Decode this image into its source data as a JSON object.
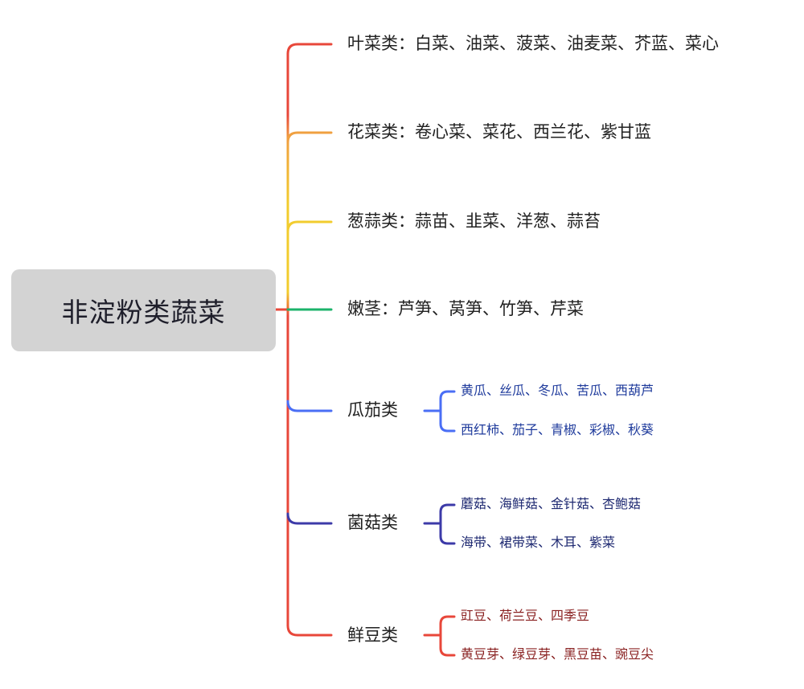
{
  "root": {
    "label": "非淀粉类蔬菜"
  },
  "branches": [
    {
      "text": "叶菜类：白菜、油菜、菠菜、油麦菜、芥蓝、菜心",
      "color": "#e8473a"
    },
    {
      "text": "花菜类：卷心菜、菜花、西兰花、紫甘蓝",
      "color": "#f0a040"
    },
    {
      "text": "葱蒜类：蒜苗、韭菜、洋葱、蒜苔",
      "color": "#f2cc2e"
    },
    {
      "text": "嫩茎：芦笋、莴笋、竹笋、芹菜",
      "color": "#1cb36b"
    },
    {
      "text": "瓜茄类",
      "color": "#4a6ef5",
      "items": [
        "黄瓜、丝瓜、冬瓜、苦瓜、西葫芦",
        "西红柿、茄子、青椒、彩椒、秋葵"
      ],
      "item_color": "#1f3b9c"
    },
    {
      "text": "菌菇类",
      "color": "#3c3aa8",
      "items": [
        "蘑菇、海鲜菇、金针菇、杏鲍菇",
        "海带、裙带菜、木耳、紫菜"
      ],
      "item_color": "#1f2a72"
    },
    {
      "text": "鲜豆类",
      "color": "#e8473a",
      "items": [
        "豇豆、荷兰豆、四季豆",
        "黄豆芽、绿豆芽、黑豆苗、豌豆尖"
      ],
      "item_color": "#8a2222"
    }
  ]
}
